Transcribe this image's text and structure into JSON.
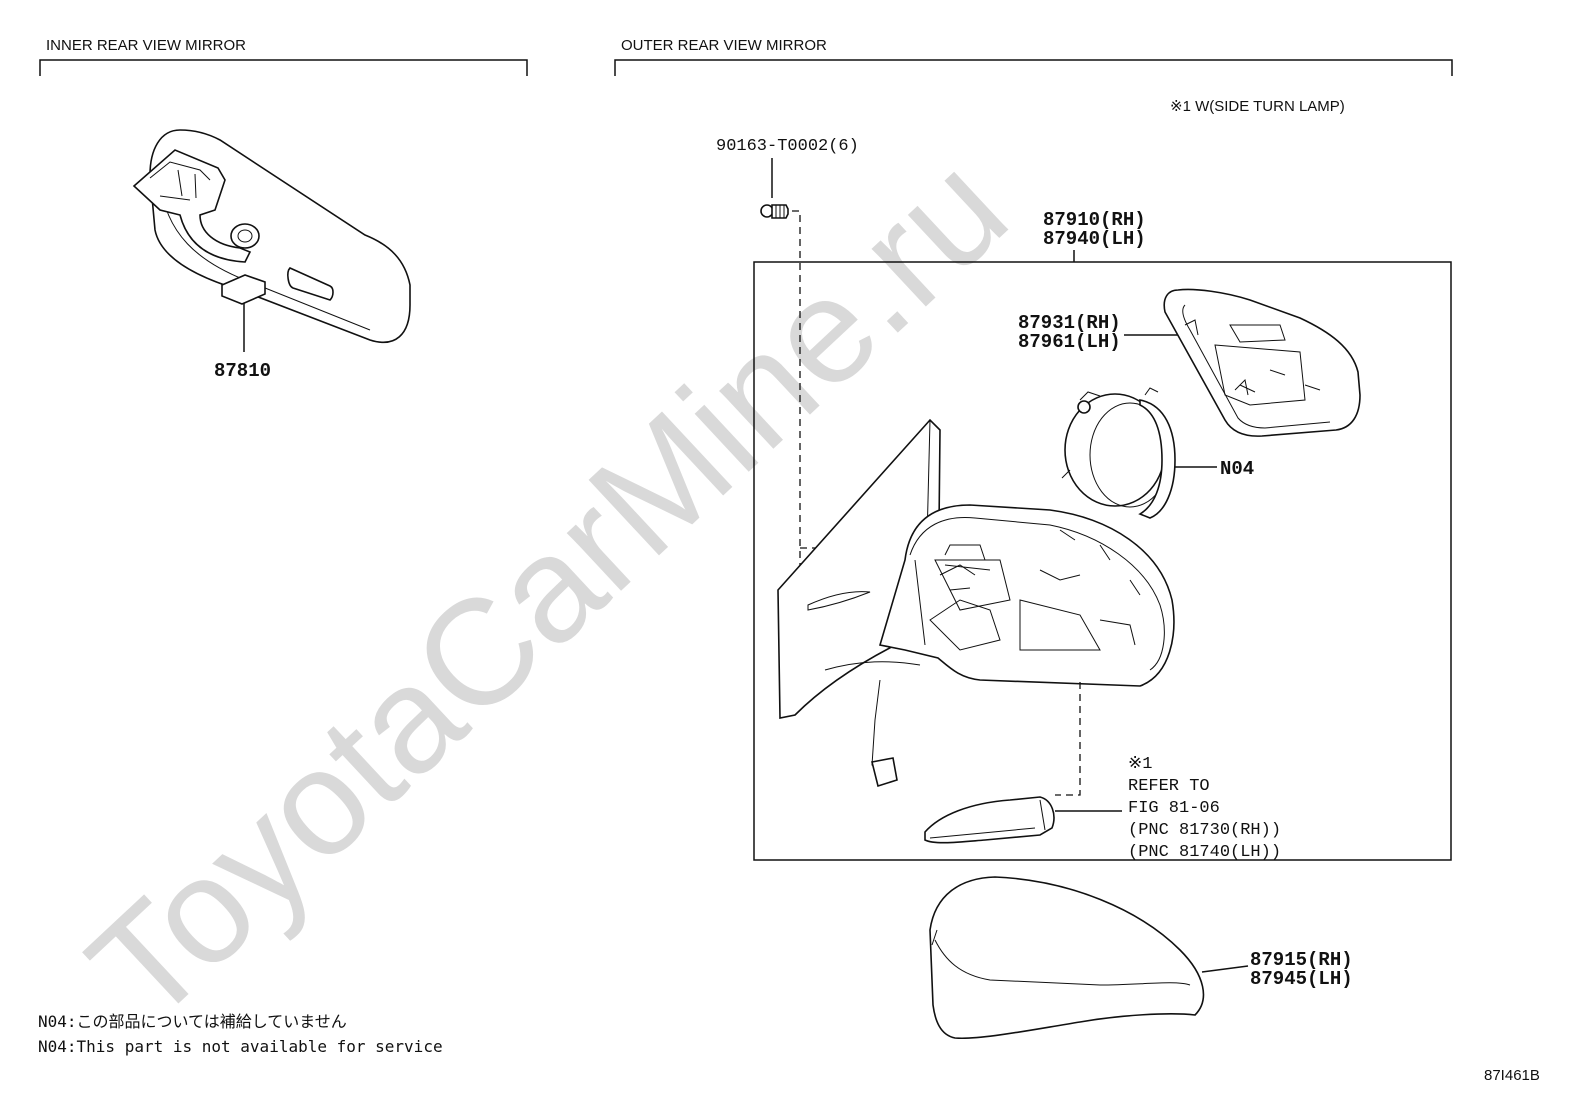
{
  "sections": {
    "inner": "INNER REAR VIEW MIRROR",
    "outer": "OUTER REAR VIEW MIRROR"
  },
  "footnote_header": "※1 W(SIDE TURN LAMP)",
  "parts": {
    "inner_mirror": "87810",
    "screw": "90163-T0002(6)",
    "assy_rh": "87910(RH)",
    "assy_lh": "87940(LH)",
    "glass_rh": "87931(RH)",
    "glass_lh": "87961(LH)",
    "n04": "N04",
    "cover_rh": "87915(RH)",
    "cover_lh": "87945(LH)"
  },
  "refer": {
    "mark": "※1",
    "line1": "REFER TO",
    "line2": "FIG 81-06",
    "line3": "(PNC 81730(RH))",
    "line4": "(PNC 81740(LH))"
  },
  "notes": {
    "jp": "N04:この部品については補給していません",
    "en": "N04:This part is not available for service"
  },
  "figure_id": "87I461B",
  "watermark": "ToyotaCarMine.ru"
}
